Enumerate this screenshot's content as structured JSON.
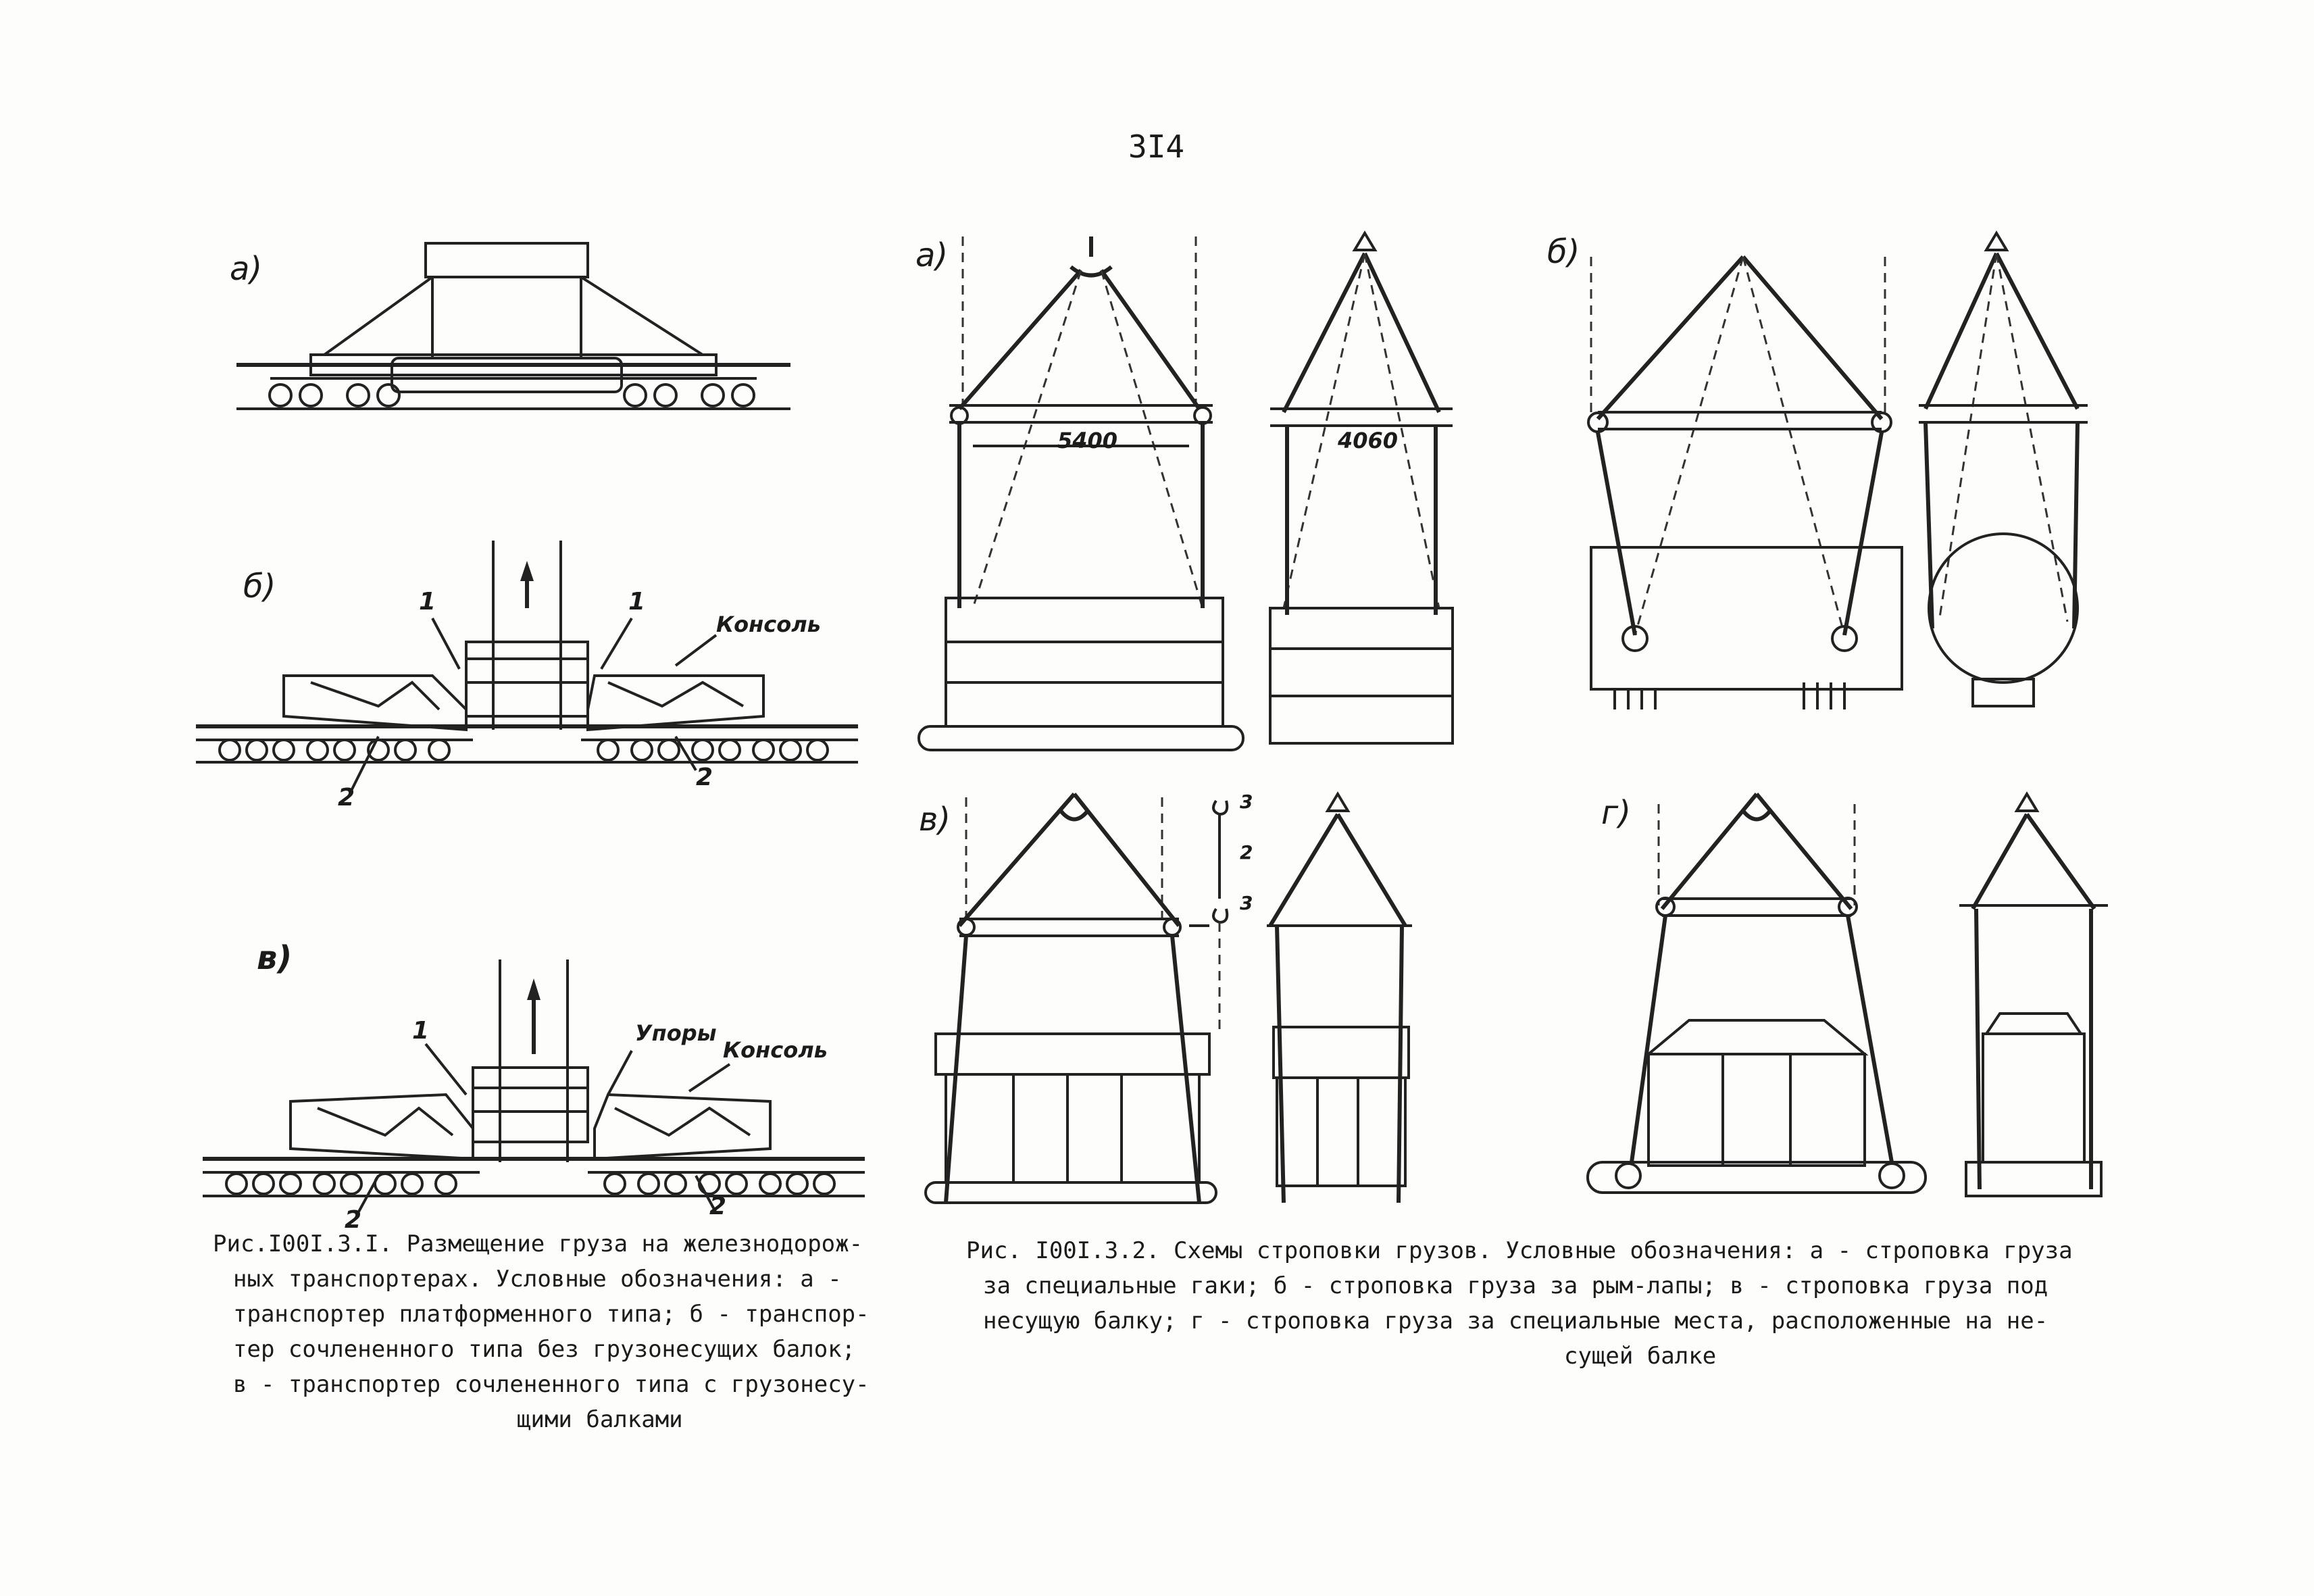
{
  "page_number": "3I4",
  "fig1": {
    "labels": {
      "a": "а)",
      "b": "б)",
      "v": "в)"
    },
    "callouts": {
      "one": "1",
      "two": "2"
    },
    "konsol": "Консоль",
    "upory": "Упоры",
    "caption": [
      "Рис.I00I.3.I. Размещение груза на железнодорож-",
      "ных транспортерах. Условные обозначения: а -",
      "транспортер платформенного типа; б - транспор-",
      "тер сочлененного типа без грузонесущих балок;",
      "в - транспортер сочлененного типа с грузонесу-",
      "щими балками"
    ]
  },
  "fig2": {
    "labels": {
      "a": "а)",
      "b": "б)",
      "v": "в)",
      "g": "г)"
    },
    "dimensions": {
      "width1": "5400",
      "width2": "4060"
    },
    "hook_callouts": {
      "three": "3",
      "two": "2"
    },
    "caption": [
      "Рис. I00I.3.2. Схемы строповки грузов. Условные обозначения: а - строповка груза",
      "за специальные гаки; б - строповка груза за рым-лапы; в - строповка груза под",
      "несущую балку; г - строповка груза за специальные места, расположенные на не-",
      "сущей балке"
    ]
  }
}
